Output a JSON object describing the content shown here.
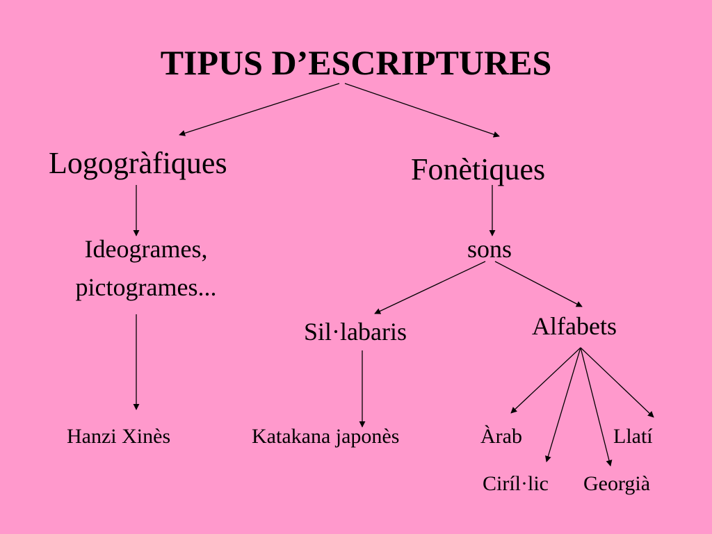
{
  "title": "TIPUS D’ESCRIPTURES",
  "nodes": {
    "logografiques": "Logogràfiques",
    "fonetiques": "Fonètiques",
    "ideogrames_line1": "Ideogrames,",
    "ideogrames_line2": "pictogrames...",
    "sons": "sons",
    "sillabaris": "Sil·labaris",
    "alfabets": "Alfabets",
    "hanzi": "Hanzi Xinès",
    "katakana": "Katakana japonès",
    "arab": "Àrab",
    "llati": "Llatí",
    "cirillic": "Ciríl·lic",
    "georgia": "Georgià"
  },
  "colors": {
    "background": "#ff99cc",
    "text": "#000000"
  }
}
